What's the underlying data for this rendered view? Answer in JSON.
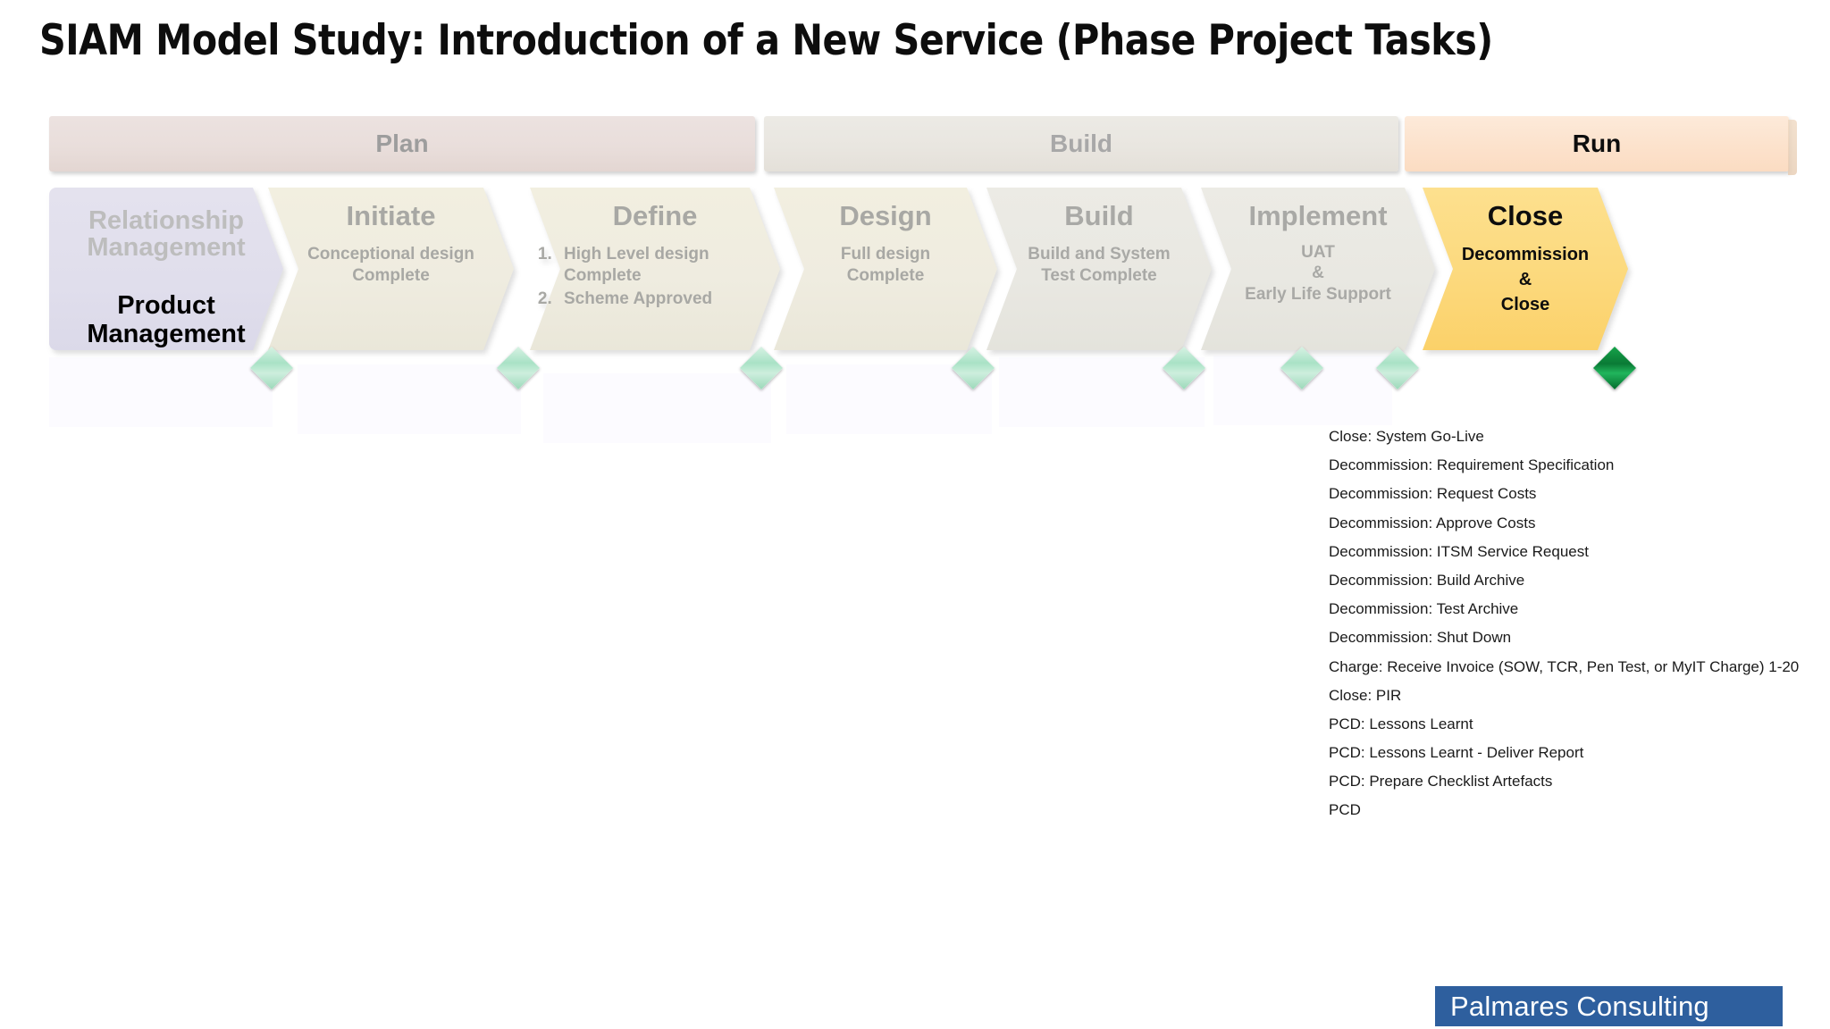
{
  "title": "SIAM Model Study: Introduction of a New Service (Phase Project Tasks)",
  "phases": [
    {
      "label": "Plan",
      "color": "#e9dedb"
    },
    {
      "label": "Build",
      "color": "#e9e6e0"
    },
    {
      "label": "Run",
      "color": "#fce2cc"
    }
  ],
  "stages": [
    {
      "name": "Relationship\nManagement",
      "name_line1": "Relationship",
      "name_line2": "Management",
      "name2_line1": "Product",
      "name2_line2": "Management",
      "subtitle": "",
      "color": "#e0deec"
    },
    {
      "name": "Initiate",
      "sub_line1": "Conceptional design",
      "sub_line2": "Complete",
      "color": "#efece0"
    },
    {
      "name": "Define",
      "items": [
        "High Level design Complete",
        "Scheme Approved"
      ],
      "color": "#efece0"
    },
    {
      "name": "Design",
      "sub_line1": "Full design",
      "sub_line2": "Complete",
      "color": "#efece0"
    },
    {
      "name": "Build",
      "sub_line1": "Build and System",
      "sub_line2": "Test Complete",
      "color": "#e9e8e2"
    },
    {
      "name": "Implement",
      "sub_line1": "UAT",
      "sub_line2": "&",
      "sub_line3": "Early Life Support",
      "color": "#e9e8e2"
    },
    {
      "name": "Close",
      "sub_line1": "Decommission",
      "sub_line2": "&",
      "sub_line3": "Close",
      "color": "#fcd97d"
    }
  ],
  "milestones": [
    {
      "name": "milestone-1",
      "state": "pending"
    },
    {
      "name": "milestone-2",
      "state": "pending"
    },
    {
      "name": "milestone-3",
      "state": "pending"
    },
    {
      "name": "milestone-4",
      "state": "pending"
    },
    {
      "name": "milestone-5",
      "state": "pending"
    },
    {
      "name": "milestone-6",
      "state": "pending"
    },
    {
      "name": "milestone-7",
      "state": "pending"
    },
    {
      "name": "milestone-8",
      "state": "complete"
    }
  ],
  "tasks": [
    "Close: System Go-Live",
    "Decommission: Requirement Specification",
    "Decommission: Request Costs",
    "Decommission: Approve Costs",
    "Decommission: ITSM Service Request",
    "Decommission: Build Archive",
    "Decommission: Test Archive",
    "Decommission: Shut Down",
    "Charge: Receive Invoice (SOW, TCR, Pen Test, or MyIT Charge) 1-20",
    "Close: PIR",
    "PCD: Lessons Learnt",
    "PCD: Lessons Learnt - Deliver Report",
    "PCD: Prepare Checklist Artefacts",
    "PCD"
  ],
  "footer": {
    "brand": "Palmares Consulting",
    "color": "#2e5f9e"
  }
}
